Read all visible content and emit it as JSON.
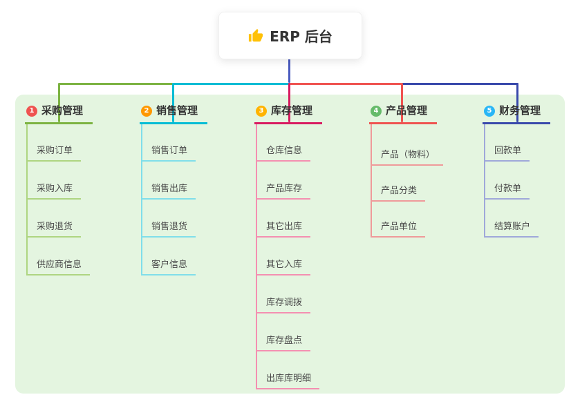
{
  "root": {
    "label": "ERP 后台",
    "icon": "thumbs-up-icon",
    "icon_color": "#ffc107"
  },
  "colors": {
    "canvas_background": "#ffffff",
    "panel_background": "#e4f5e0",
    "stem": "#4a5bbf"
  },
  "branches": [
    {
      "number": "1",
      "label": "采购管理",
      "badge_color": "#ef5350",
      "line_color": "#7cb342",
      "child_line_color": "#aed581",
      "children": [
        {
          "label": "采购订单"
        },
        {
          "label": "采购入库"
        },
        {
          "label": "采购退货"
        },
        {
          "label": "供应商信息"
        }
      ]
    },
    {
      "number": "2",
      "label": "销售管理",
      "badge_color": "#ff9800",
      "line_color": "#00bcd4",
      "child_line_color": "#80deea",
      "children": [
        {
          "label": "销售订单"
        },
        {
          "label": "销售出库"
        },
        {
          "label": "销售退货"
        },
        {
          "label": "客户信息"
        }
      ]
    },
    {
      "number": "3",
      "label": "库存管理",
      "badge_color": "#ffb300",
      "line_color": "#d81b60",
      "child_line_color": "#f48fb1",
      "children": [
        {
          "label": "仓库信息"
        },
        {
          "label": "产品库存"
        },
        {
          "label": "其它出库"
        },
        {
          "label": "其它入库"
        },
        {
          "label": "库存调拨"
        },
        {
          "label": "库存盘点"
        },
        {
          "label": "出库库明细"
        }
      ]
    },
    {
      "number": "4",
      "label": "产品管理",
      "badge_color": "#66bb6a",
      "line_color": "#ef5350",
      "child_line_color": "#ef9a9a",
      "children": [
        {
          "label": "产品（物料）"
        },
        {
          "label": "产品分类"
        },
        {
          "label": "产品单位"
        }
      ]
    },
    {
      "number": "5",
      "label": "财务管理",
      "badge_color": "#29b6f6",
      "line_color": "#3949ab",
      "child_line_color": "#9fa8da",
      "children": [
        {
          "label": "回款单"
        },
        {
          "label": "付款单"
        },
        {
          "label": "结算账户"
        }
      ]
    }
  ]
}
